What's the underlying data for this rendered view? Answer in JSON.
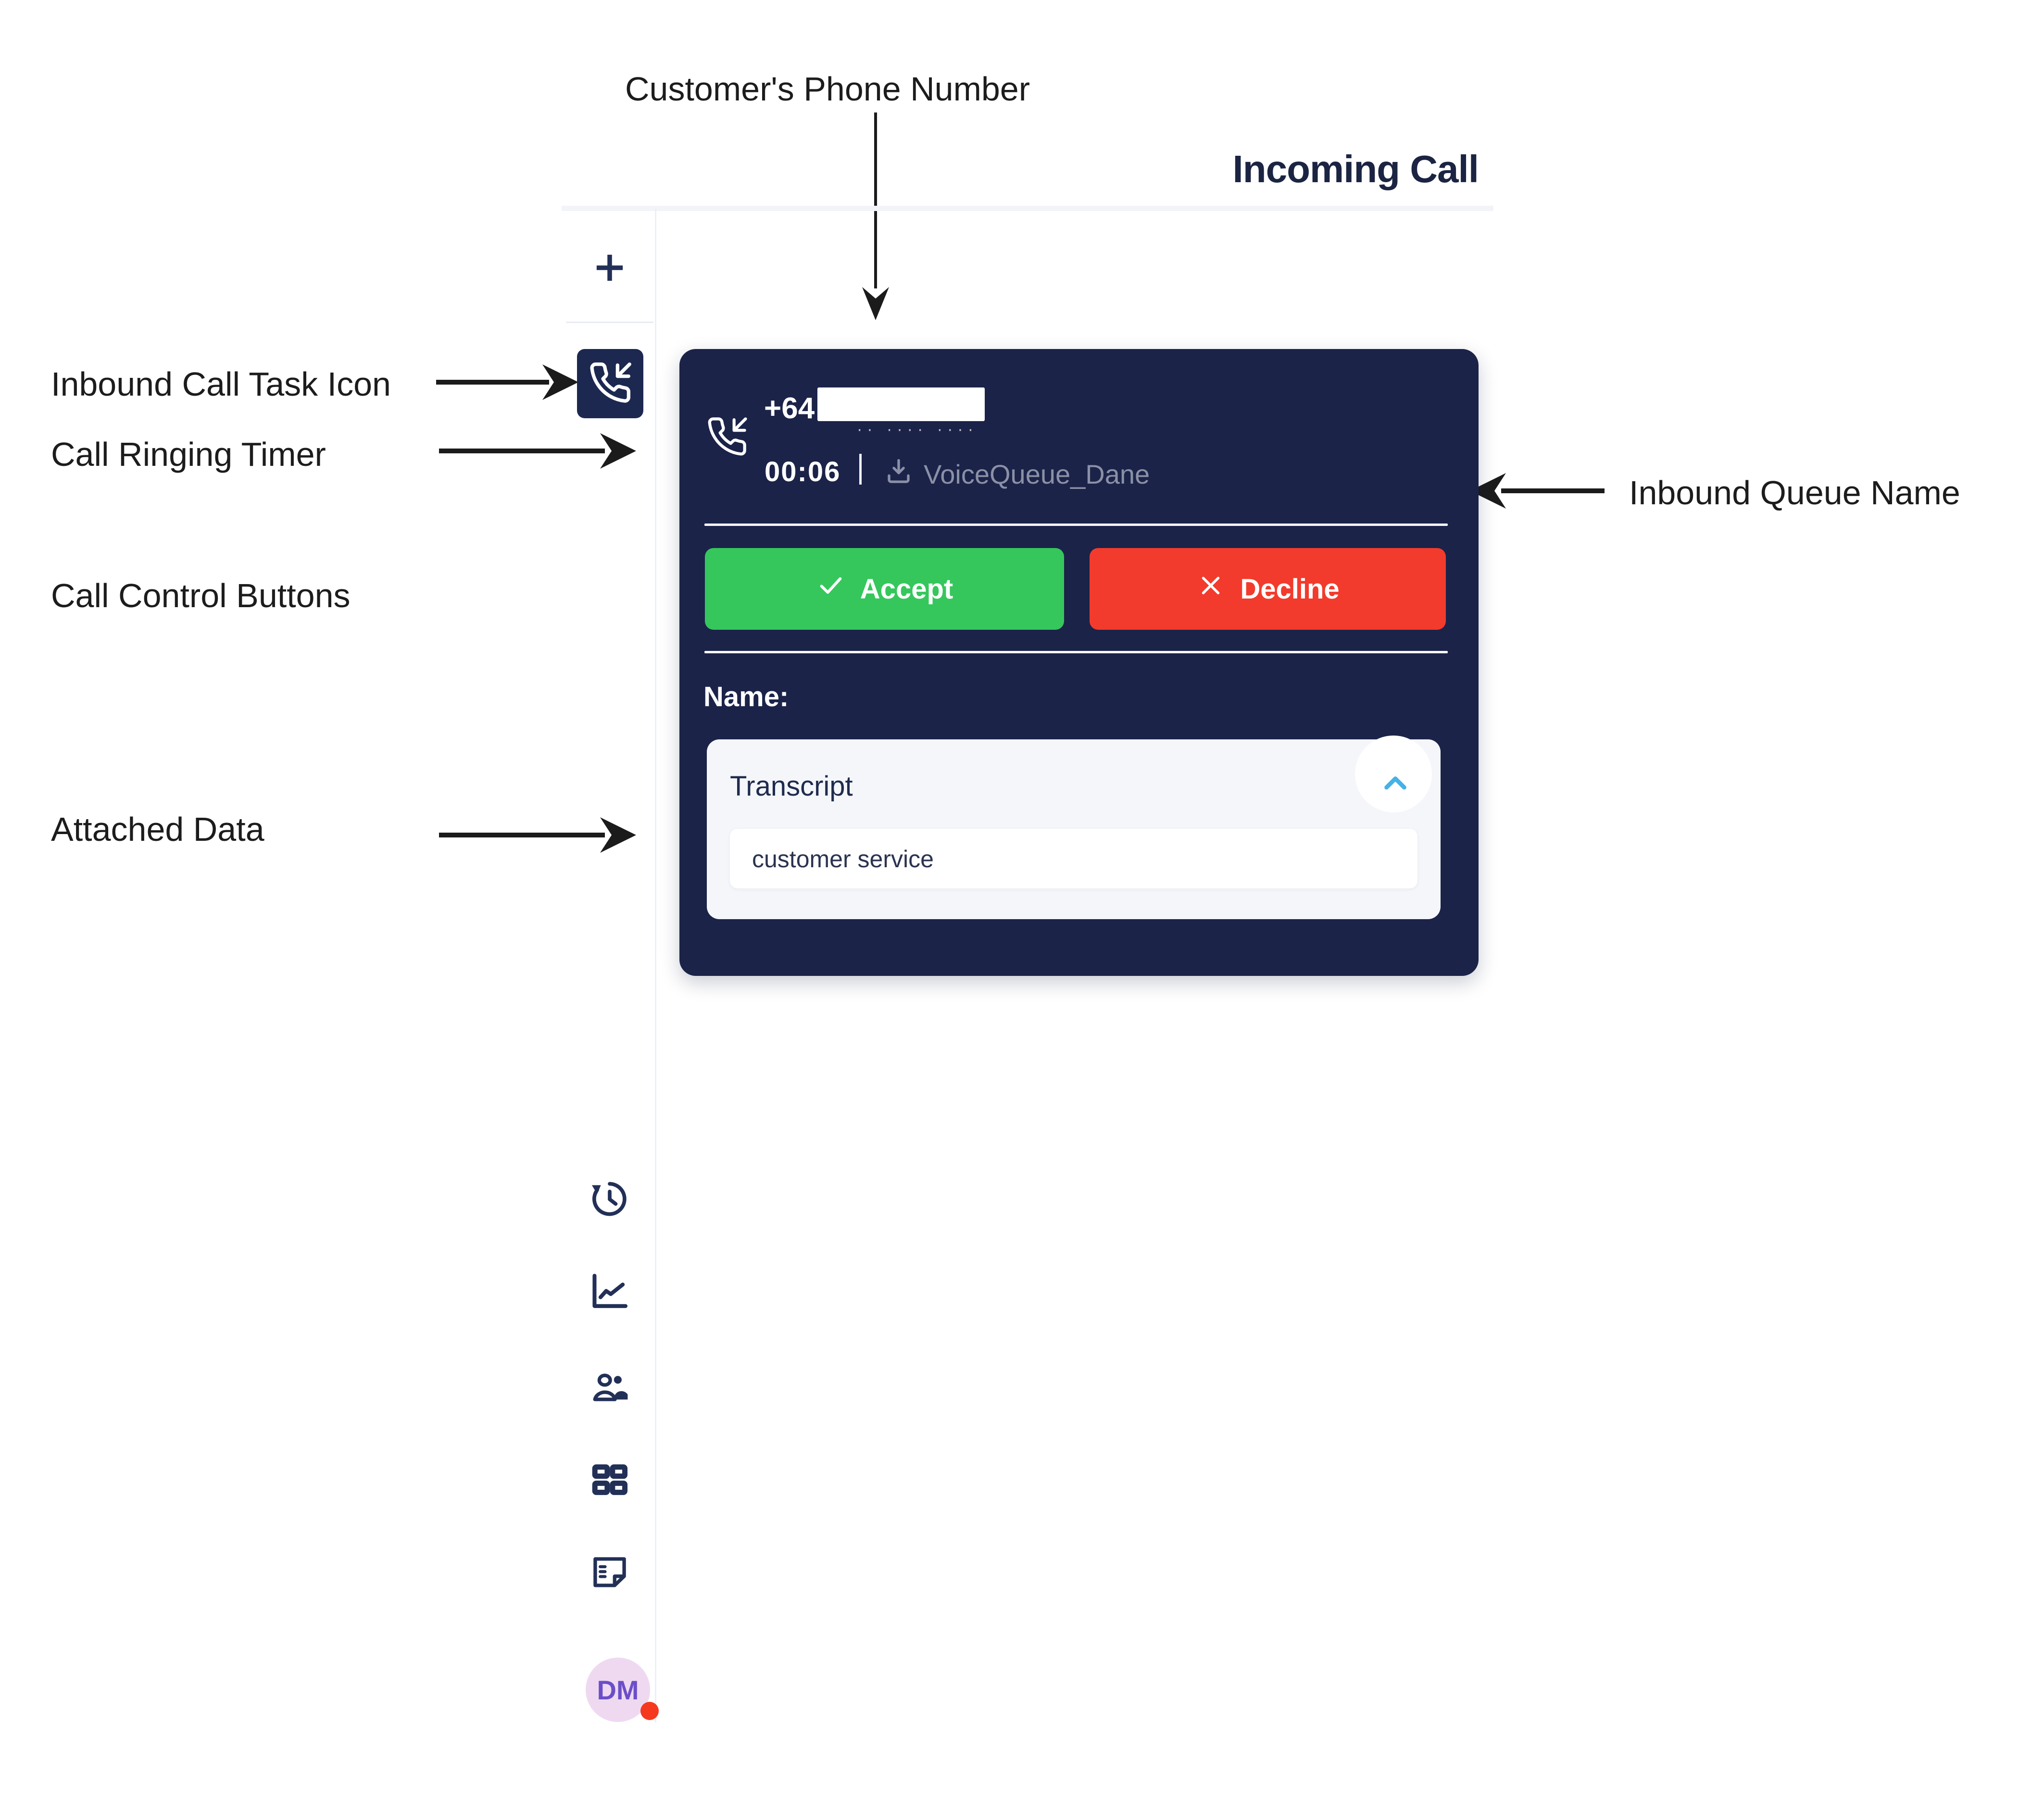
{
  "annotations": {
    "customer_phone": "Customer's Phone Number",
    "inbound_call_task_icon": "Inbound Call Task Icon",
    "call_ringing_timer": "Call Ringing Timer",
    "call_control_buttons": "Call Control Buttons",
    "attached_data": "Attached Data",
    "inbound_queue_name": "Inbound Queue Name"
  },
  "header": {
    "title": "Incoming Call"
  },
  "sidebar": {
    "icons": [
      {
        "name": "plus-icon"
      },
      {
        "name": "incoming-call-icon"
      },
      {
        "name": "history-icon"
      },
      {
        "name": "insights-chart-icon"
      },
      {
        "name": "agents-icon"
      },
      {
        "name": "dashboard-grid-icon"
      },
      {
        "name": "notes-icon"
      }
    ],
    "avatar": {
      "initials": "DM",
      "bg_color": "#efd9f1",
      "text_color": "#6b4fc8",
      "status_color": "#f5391f"
    }
  },
  "call_card": {
    "bg_color": "#1b2349",
    "phone_prefix": "+64",
    "redacted_digits": "·· ···· ····",
    "ringing_timer": "00:06",
    "queue_name": "VoiceQueue_Dane",
    "buttons": {
      "accept": "Accept",
      "accept_color": "#35c75c",
      "decline": "Decline",
      "decline_color": "#f23b2c"
    },
    "name_label": "Name:",
    "attached_data": {
      "title": "Transcript",
      "value": "customer service",
      "chevron_color": "#45b1e8"
    }
  }
}
